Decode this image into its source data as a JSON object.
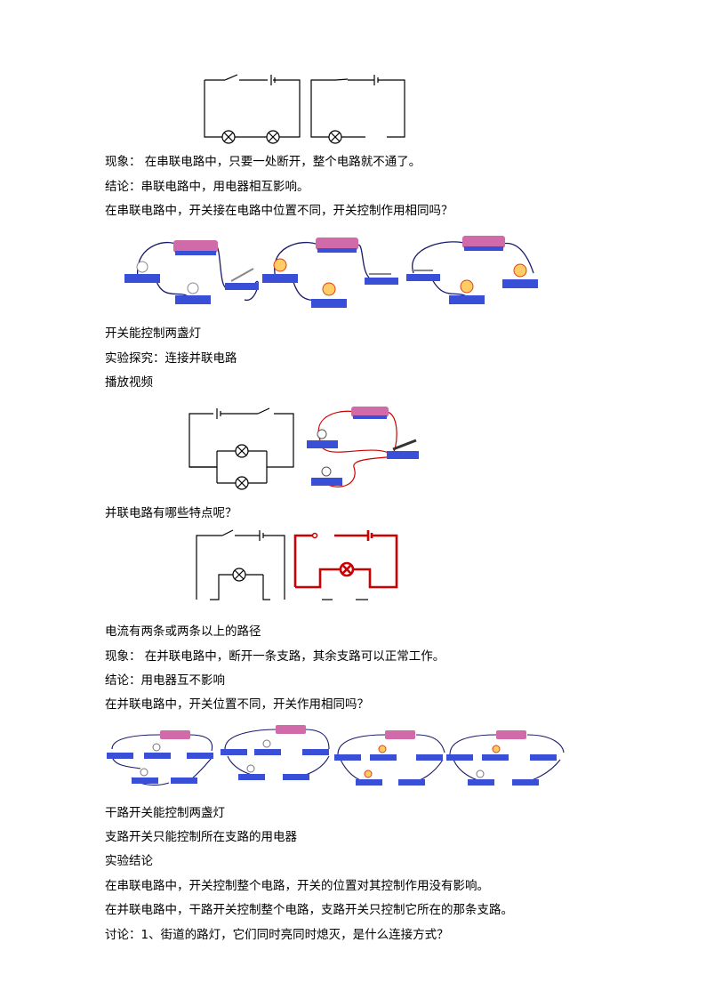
{
  "lines": [
    "现象：  在串联电路中，只要一处断开，整个电路就不通了。",
    "结论：串联电路中，用电器相互影响。",
    "在串联电路中，开关接在电路中位置不同，开关控制作用相同吗？",
    "开关能控制两盏灯",
    "实验探究：连接并联电路",
    "播放视频",
    "并联电路有哪些特点呢？",
    "电流有两条或两条以上的路径",
    "现象：  在并联电路中，断开一条支路，其余支路可以正常工作。",
    "结论：用电器互不影响",
    "在并联电路中，开关位置不同，开关作用相同吗？",
    "干路开关能控制两盏灯",
    "支路开关只能控制所在支路的用电器",
    "实验结论",
    "在串联电路中，开关控制整个电路，开关的位置对其控制作用没有影响。",
    "在并联电路中，干路开关控制整个电路，支路开关只控制它所在的那条支路。",
    "讨论：1、街道的路灯，它们同时亮同时熄灭，是什么连接方式？"
  ],
  "colors": {
    "wire": "#000000",
    "wire_red": "#cc0000",
    "board": "#3a4fd8",
    "battery": "#d06aa8"
  }
}
